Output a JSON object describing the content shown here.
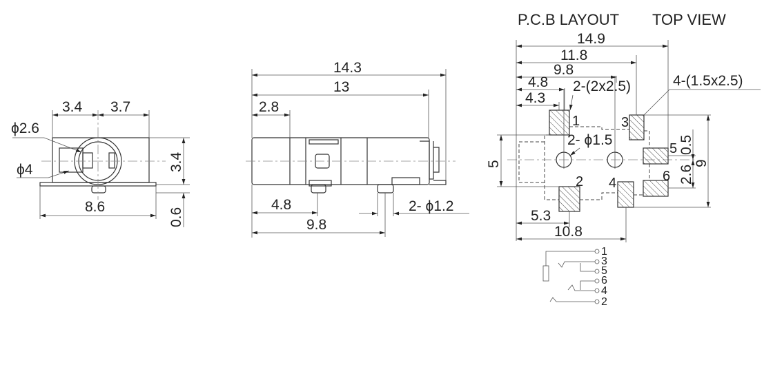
{
  "side_view": {
    "dims": {
      "w_left": "3.4",
      "w_right": "3.7",
      "height": "3.4",
      "base": "0.6",
      "width": "8.6",
      "dia_small": "ϕ2.6",
      "dia_large": "ϕ4"
    }
  },
  "front_view": {
    "dims": {
      "overall": "14.3",
      "body": "13",
      "front": "2.8",
      "pin1": "4.8",
      "pin2": "9.8",
      "pins": "2- ϕ1.2"
    }
  },
  "pcb_layout": {
    "title": "P.C.B LAYOUT",
    "subtitle": "TOP VIEW",
    "dims": {
      "d149": "14.9",
      "d118": "11.8",
      "d98": "9.8",
      "d48": "4.8",
      "d43": "4.3",
      "d53": "5.3",
      "d108": "10.8",
      "d5": "5",
      "d9": "9",
      "d05": "0.5",
      "d26": "2.6"
    },
    "notes": {
      "pads_large": "2-(2x2.5)",
      "pads_small": "4-(1.5x2.5)",
      "holes": "2- ϕ1.5"
    },
    "pins": [
      "1",
      "2",
      "3",
      "4",
      "5",
      "6"
    ]
  },
  "schematic": {
    "pins": [
      "1",
      "3",
      "5",
      "6",
      "4",
      "2"
    ]
  }
}
